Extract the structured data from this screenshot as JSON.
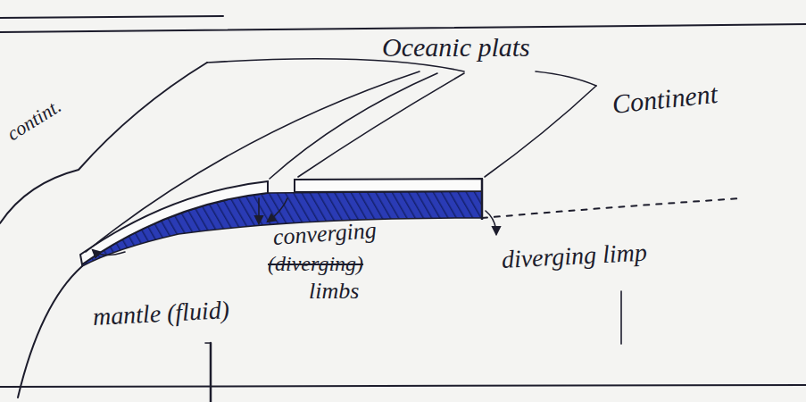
{
  "diagram": {
    "labels": [
      "Oceanic plats",
      "contint.",
      "Continent",
      "converging",
      "(diverging)",
      "limbs",
      "diverging limp",
      "mantle (fluid)"
    ]
  }
}
